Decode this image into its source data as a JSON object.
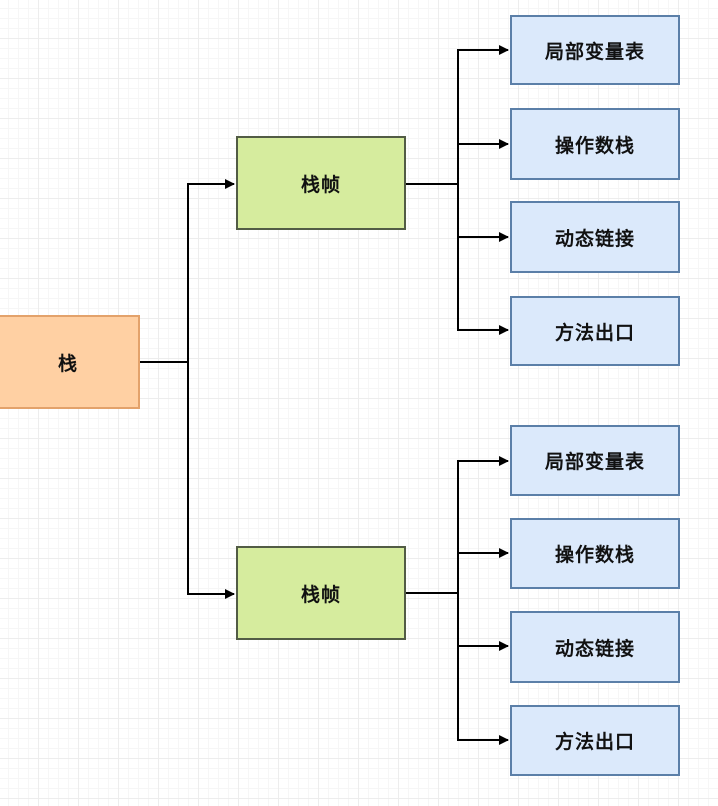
{
  "diagram": {
    "root": {
      "label": "栈"
    },
    "frames": [
      {
        "label": "栈帧",
        "items": [
          "局部变量表",
          "操作数栈",
          "动态链接",
          "方法出口"
        ]
      },
      {
        "label": "栈帧",
        "items": [
          "局部变量表",
          "操作数栈",
          "动态链接",
          "方法出口"
        ]
      }
    ]
  }
}
